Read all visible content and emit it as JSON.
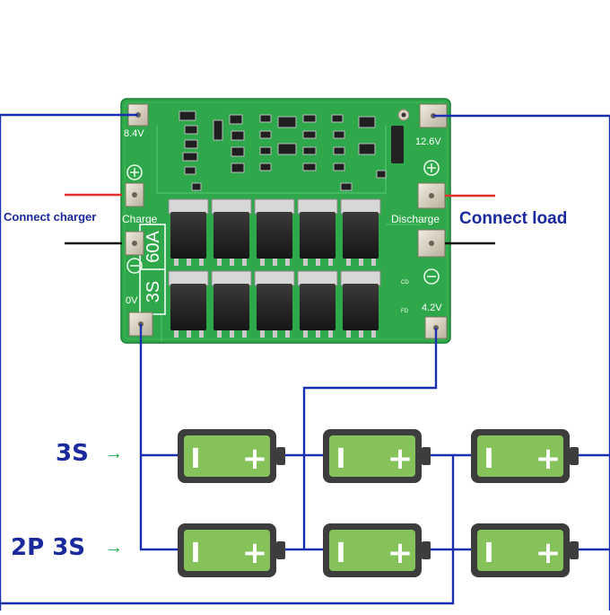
{
  "board": {
    "model_text": [
      "3S",
      "60A"
    ],
    "pads": {
      "b_plus": "8.4V",
      "b_minus": "0V",
      "p_plus": "12.6V",
      "mid": "4.2V",
      "charge": "Charge",
      "discharge": "Discharge"
    },
    "small_marks": [
      "CD",
      "FD"
    ]
  },
  "labels": {
    "connect_charger": "Connect charger",
    "connect_load": "Connect load",
    "row_3s": "3S",
    "row_2p3s": "2P 3S",
    "arrow": "→"
  },
  "battery": {
    "minus_symbol": "I",
    "plus_symbol": "+"
  },
  "colors": {
    "wire": "#1a2fb0",
    "pcb": "#2ea84a",
    "battery_fill": "#86c25a",
    "battery_frame": "#3d3d3d",
    "red_wire": "#e0302a",
    "black_wire": "#111111",
    "label_blue": "#1a2a9c",
    "arrow_green": "#1ea83a"
  }
}
